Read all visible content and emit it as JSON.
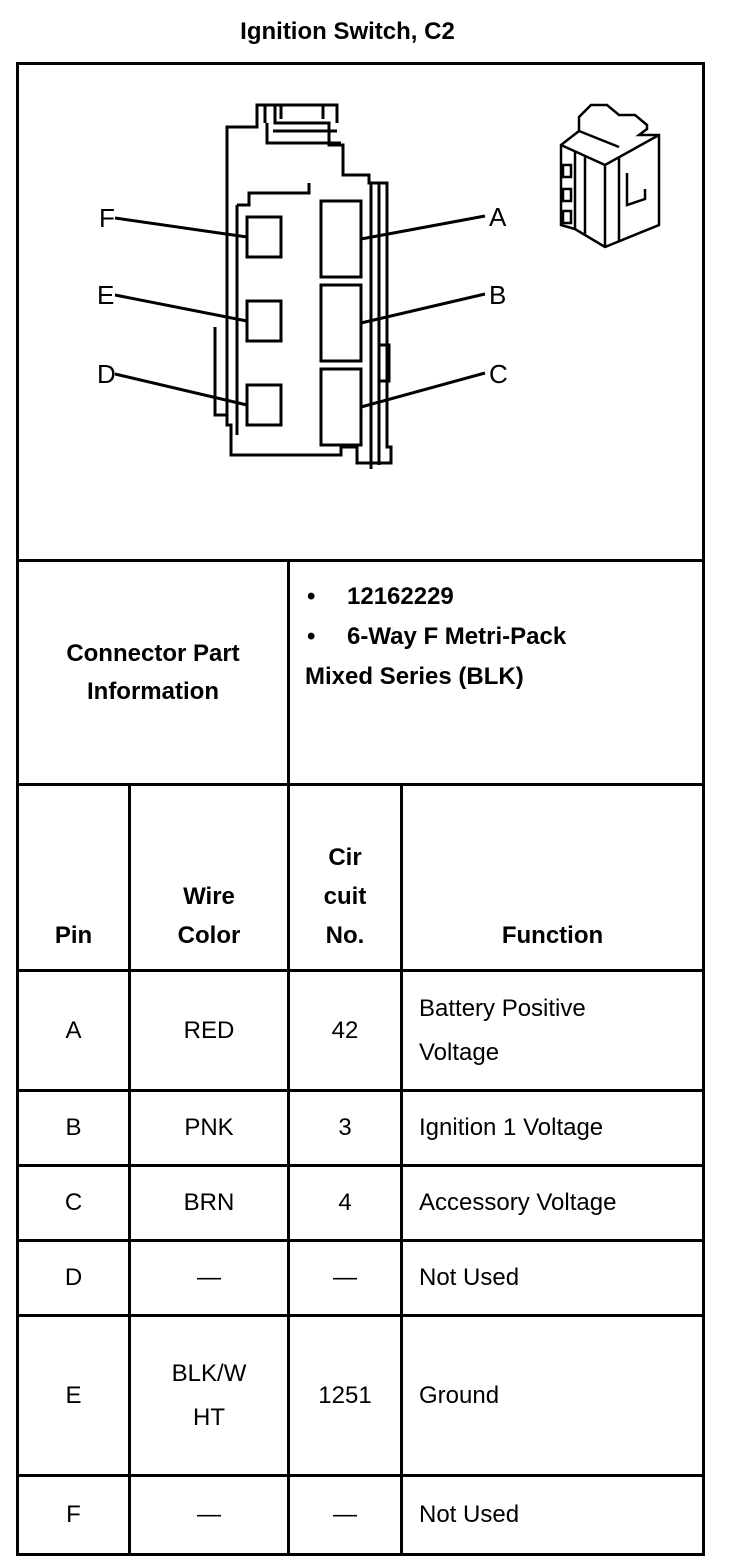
{
  "title": "Ignition Switch, C2",
  "diagram": {
    "pin_callouts": [
      "F",
      "E",
      "D",
      "A",
      "B",
      "C"
    ]
  },
  "connector_info": {
    "label_line1": "Connector Part",
    "label_line2": "Information",
    "part_number": "12162229",
    "description_line1": "6-Way F Metri-Pack",
    "description_line2": "Mixed Series (BLK)",
    "bullet": "•"
  },
  "table": {
    "headers": {
      "pin": "Pin",
      "wire_color_1": "Wire",
      "wire_color_2": "Color",
      "circuit_1": "Cir",
      "circuit_2": "cuit",
      "circuit_3": "No.",
      "function": "Function"
    },
    "rows": [
      {
        "pin": "A",
        "color": "RED",
        "circuit": "42",
        "function_1": "Battery Positive",
        "function_2": "Voltage"
      },
      {
        "pin": "B",
        "color": "PNK",
        "circuit": "3",
        "function_1": "Ignition 1 Voltage",
        "function_2": ""
      },
      {
        "pin": "C",
        "color": "BRN",
        "circuit": "4",
        "function_1": "Accessory Voltage",
        "function_2": ""
      },
      {
        "pin": "D",
        "color": "—",
        "circuit": "—",
        "function_1": "Not Used",
        "function_2": ""
      },
      {
        "pin": "E",
        "color_1": "BLK/W",
        "color_2": "HT",
        "circuit": "1251",
        "function_1": "Ground",
        "function_2": ""
      },
      {
        "pin": "F",
        "color": "—",
        "circuit": "—",
        "function_1": "Not Used",
        "function_2": ""
      }
    ]
  }
}
